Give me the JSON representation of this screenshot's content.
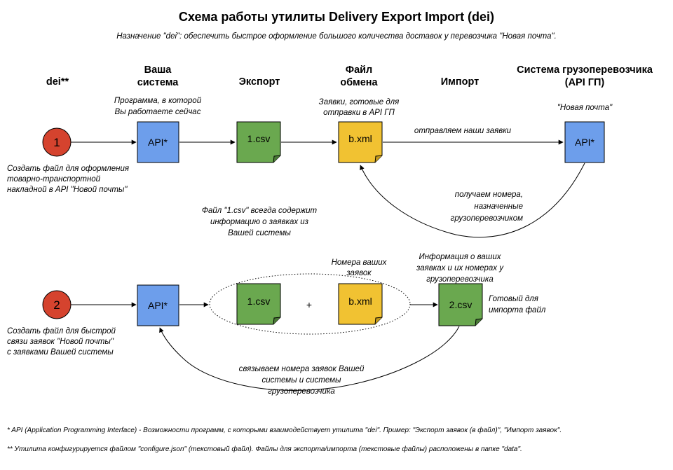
{
  "title": "Схема работы утилиты Delivery Export Import (dei)",
  "subtitle": "Назначение \"dei\": обеспечить быстрое оформление большого количества доставок у перевозчика \"Новая почта\".",
  "headers": {
    "dei": "dei**",
    "your_system_1": "Ваша",
    "your_system_2": "система",
    "export": "Экспорт",
    "exchange_file_1": "Файл",
    "exchange_file_2": "обмена",
    "import": "Импорт",
    "carrier_1": "Система грузоперевозчика",
    "carrier_2": "(API ГП)"
  },
  "notes": {
    "program_1": "Программа, в которой",
    "program_2": "Вы работаете сейчас",
    "requests_1": "Заявки, готовые для",
    "requests_2": "отправки в API ГП",
    "nova_poshta": "\"Новая почта\"",
    "send_requests": "отправляем наши заявки",
    "receive_1": "получаем номера,",
    "receive_2": "назначенные",
    "receive_3": "грузоперевозчиком",
    "csv_note_1": "Файл \"1.csv\" всегда содержит",
    "csv_note_2": "информацию о заявках из",
    "csv_note_3": "Вашей системы",
    "step1_1": "Создать файл для оформления",
    "step1_2": "товарно-транспортной",
    "step1_3": "накладной в API \"Новой почты\"",
    "numbers_1": "Номера ваших",
    "numbers_2": "заявок",
    "info_1": "Информация о ваших",
    "info_2": "заявках и их номерах у",
    "info_3": "грузоперевозчика",
    "ready_1": "Готовый для",
    "ready_2": "импорта файл",
    "step2_1": "Создать файл для быстрой",
    "step2_2": "связи заявок \"Новой почты\"",
    "step2_3": "с заявками Вашей системы",
    "link_1": "связываем номера заявок Вашей",
    "link_2": "системы и системы",
    "link_3": "грузоперевозчика",
    "plus": "+"
  },
  "nodes": {
    "step1": "1",
    "step2": "2",
    "api_row1": "API*",
    "csv1_row1": "1.csv",
    "xml_row1": "b.xml",
    "api_carrier": "API*",
    "api_row2": "API*",
    "csv1_row2": "1.csv",
    "xml_row2": "b.xml",
    "csv2_row2": "2.csv"
  },
  "footnotes": {
    "f1": "* API (Application Programming Interface) - Возможности программ, с которыми взаимодействует утилита \"dei\". Пример: \"Экспорт заявок (в файл)\", \"Импорт заявок\".",
    "f2": "** Утилита конфигурируется файлом \"configure.json\" (текстовый файл). Файлы для экспорта/импорта (текстовые файлы) расположены в папке \"data\"."
  },
  "colors": {
    "circle": "#d5432e",
    "api": "#6d9eeb",
    "csv": "#6aa84f",
    "xml": "#f1c232",
    "edge": "#000000"
  }
}
